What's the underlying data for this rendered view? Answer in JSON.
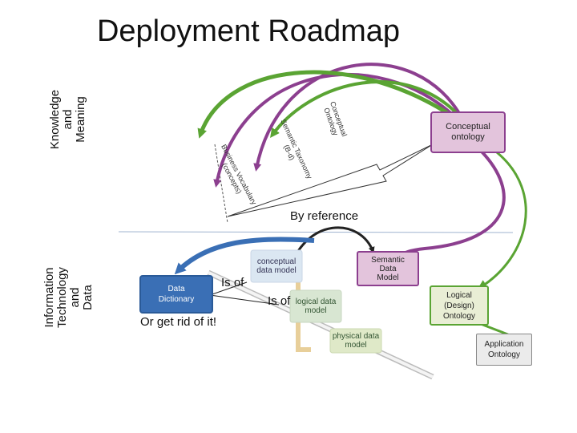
{
  "title": "Deployment Roadmap",
  "side_labels": {
    "knowledge": [
      "Knowledge",
      "and",
      "Meaning"
    ],
    "it": [
      "Information",
      "Technology",
      "and",
      "Data"
    ]
  },
  "scale_labels": {
    "conceptual_ontology": [
      "Conceptual",
      "Ontology"
    ],
    "semantic_taxonomy": [
      "Semantic Taxonomy",
      "(B-d)"
    ],
    "business_vocabulary": [
      "Business Vocabulary",
      "(concepts)"
    ]
  },
  "nodes": {
    "conceptual_ontology": [
      "Conceptual",
      "ontology"
    ],
    "semantic_data_model": [
      "Semantic",
      "Data",
      "Model"
    ],
    "logical_ontology": [
      "Logical",
      "(Design)",
      "Ontology"
    ],
    "application_ontology": [
      "Application",
      "Ontology"
    ],
    "data_dictionary": [
      "Data",
      "Dictionary"
    ]
  },
  "stack": {
    "conceptual": "conceptual data model",
    "logical": "logical data model",
    "physical": "physical data model"
  },
  "labels": {
    "by_reference": "By reference",
    "is_of_1": "Is of",
    "is_of_2": "Is of",
    "get_rid": "Or get rid of it!"
  },
  "colors": {
    "purple": "#8c3f8f",
    "green": "#5aa433",
    "blue": "#3a6fb5",
    "conceptual_fill": "#e3c4dc",
    "logical_fill": "#e9eed5",
    "application_fill": "#ebebeb"
  }
}
